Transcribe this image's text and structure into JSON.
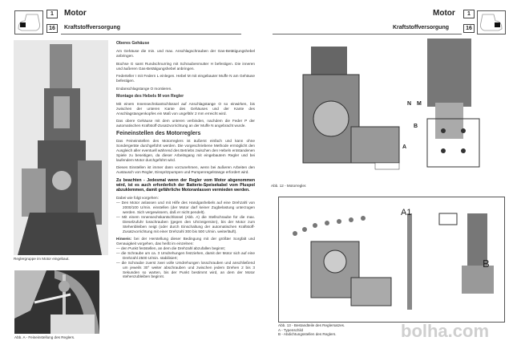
{
  "left_header": {
    "chapter_num": "1",
    "chapter": "Motor",
    "section_num": "16",
    "section": "Kraftstoffversorgung"
  },
  "right_header": {
    "chapter_num": "1",
    "chapter": "Motor",
    "section_num": "16",
    "section": "Kraftstoffversorgung"
  },
  "left_figures": {
    "photo1_caption": "Reglergruppe im Motor eingebaut.",
    "photoA_caption": "Abb. A - Feineinstellung des Reglers."
  },
  "text": {
    "h1": "Oberes Gehäuse",
    "p1": "Am Gehäuse die min. und max. Anschlagschrauben der Gas-Betätigungshebel anbringen.",
    "p2": "Büchse G samt Rundschnurring mit Schraubenmutter H befestigen. Die inneren und äußeren Gas-Betätigungshebel anbringen.",
    "p3": "Federteller I mit Federn L einlegen. Hebel M mit eingebauter Muffe N am Gehäuse befestigen.",
    "p4": "Endanschlagstange O montieren.",
    "h2": "Montage des Hebels M von Regler",
    "p5": "Mit einem Innensechskantschlüssel auf Anschlagstange O so einwirken, bis zwischen der unteren Kante des Gehäuses und der Kante des Anschlagstangenkopfes ein Maß von ungefähr 2 mm erreicht wird.",
    "p6": "Das obere Gehäuse mit dem unteren verbinden, nachdem die Feder P der automatischen Kraftstoff-Zusatzvorrichtung an der Muffe N angebracht wurde.",
    "h3": "Feineinstellen des Motorreglers",
    "p7": "Das Feineinstellen des Motorreglers ist äußerst einfach und kann ohne Sondergeräte durchgeführt werden. Die vorgeschriebene Methode ermöglicht den Ausgleich aller eventuell während des Betriebs zwischen den Hebeln entstandenen Spiele zu beseitigen, da dieser Arbeitsgang mit eingebautem Regler und bei laufendem Motor durchgeführt wird.",
    "p8": "Dieses Einstellen ist immer dann vorzunehmen, wenn bei äußeren Arbeiten den Austausch von Regler, Einspritzpumpen und Pumpenregelstange erfordert wird.",
    "warn": "Zu beachten - Jedesmal wenn der Regler vom Motor abgenommen wird, ist es auch erforderlich der Batterie-Speisekabel vom Pluspol abzuklemmen, damit gefährliche Motoranlassen vermieden werden.",
    "p9": "Dabei wie folgt vorgehen:",
    "l1": "— Den Motor anlassen und mit Hilfe des Handgashebels auf eine Drehzahl von 2000/100 U/min. einstellen (der Motor darf keiner Zugbelastung unterzogen werden. Sich vergewissern, daß er nicht pendelt).",
    "l2": "— Mit einem Innensechskantschlüssel (Abb. A) die Stellschraube für die max. Dieselzufuhr losschrauben (gegen den Uhrzeigersinn), bis der Motor zum Stehenbleiben neigt (oder durch Einschaltung der automatischen Kraftstoff-Zusatzvorrichtung mit einer Drehzahl 300 bis 500 U/min. weiterläuft).",
    "hint_label": "Hinweis:",
    "hint": " bei der Herstellung dieser Bedingung mit der größter Sorgfalt und Genauigkeit vorgehen, das heißt im einzelnen:",
    "l3": "— den Punkt feststellen, an dem die Drehzahl abzufallen beginnt;",
    "l4": "— die Schraube um ca. 3 Umdrehungen festziehen, damit der Motor sich auf eine Drehzahl 2500 U/min. stabilisiert;",
    "l5": "— die Schraube zuerst zwei volle Umdrehungen losschrauben und anschließend um jeweils 30° weiter abschrauben und zwischen jedem Drehen 2 bis 3 Sekunden so warten, bis der Punkt bestimmt wird, an dem der Motor stehenzubleiben beginnt."
  },
  "right_figures": {
    "fig12_caption": "Abb. 12 - Motorregler.",
    "fig12_labels": [
      "N",
      "M",
      "B",
      "A"
    ],
    "fig13_labels": [
      "A1",
      "B"
    ],
    "fig13_caption": "Abb. 13 - Bestandteile des Reglersatzes.",
    "fig13_a": "A - Typenschild",
    "fig13_b": "B - Abdichtungsstellen des Reglers."
  },
  "watermark": "bolha.com"
}
